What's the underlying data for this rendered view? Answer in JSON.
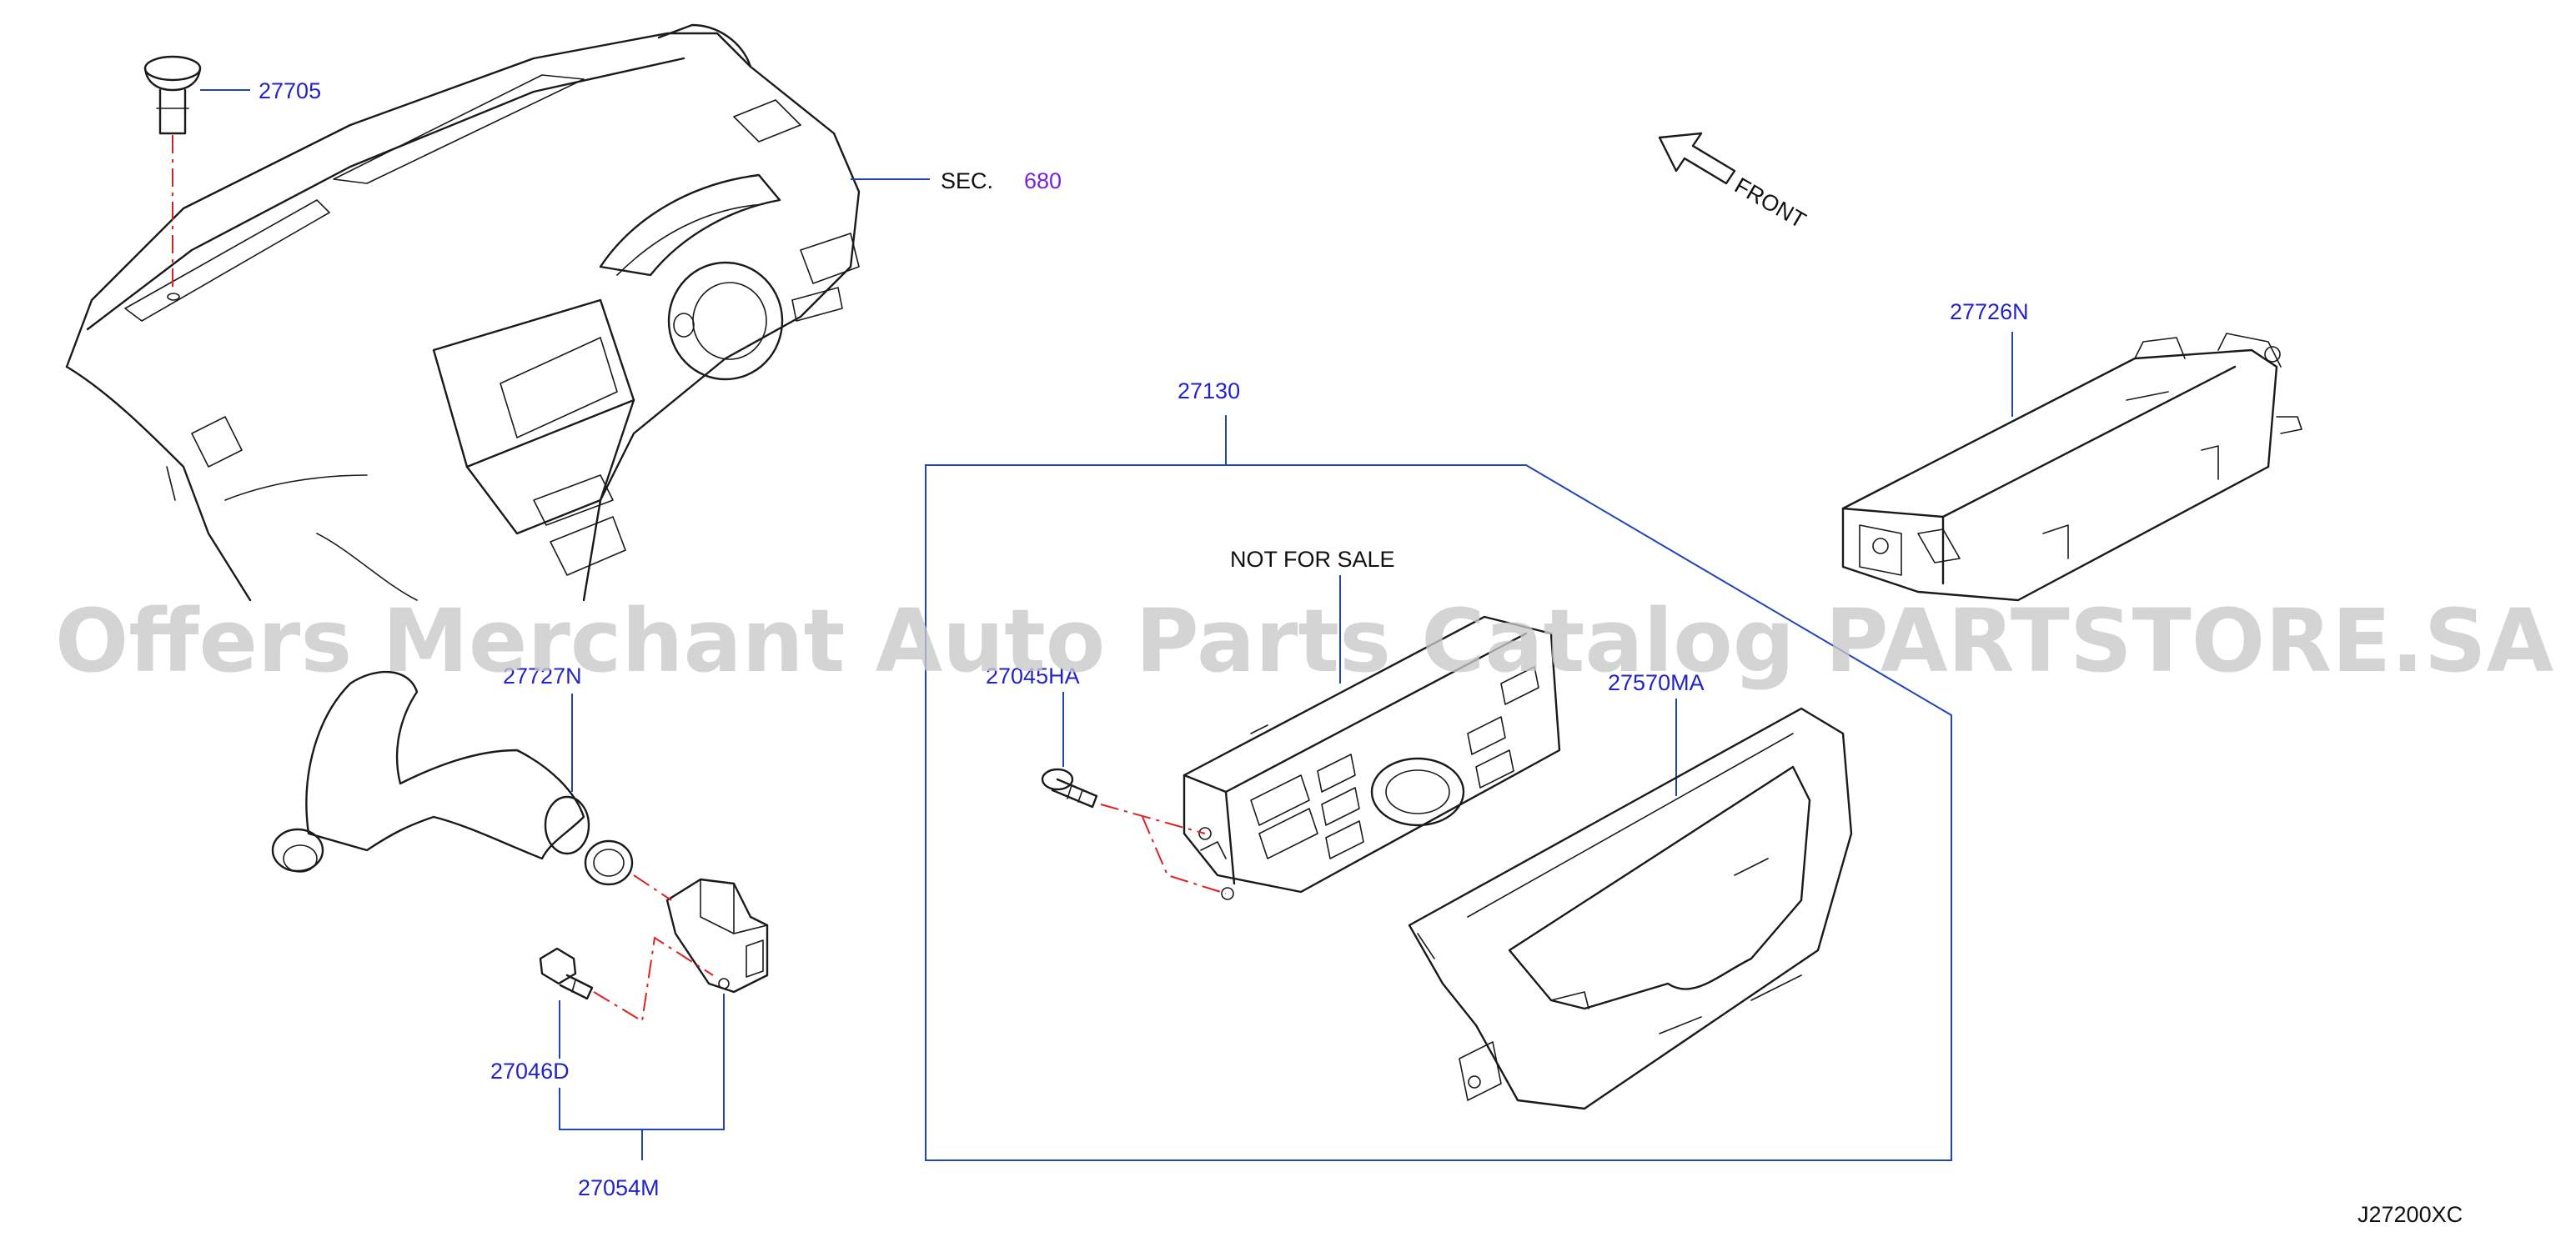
{
  "labels": {
    "p27705": "27705",
    "sec_prefix": "SEC.",
    "sec_number": "680",
    "front": "FRONT",
    "p27130": "27130",
    "p27726N": "27726N",
    "not_for_sale": "NOT   FOR   SALE",
    "p27727N": "27727N",
    "p27045HA": "27045HA",
    "p27570M": "27570MA",
    "p27046D": "27046D",
    "p27054M": "27054M",
    "diagram_code": "J27200XC"
  },
  "watermark": "Offers Merchant Auto Parts Catalog PARTSTORE.SA",
  "colors": {
    "part_number": "#2323c8",
    "leader_line": "#1f46b8",
    "section_ref": "#7a22d8",
    "centerline": "#e02020",
    "line_art": "#1a1a1a",
    "watermark": "#c8c8c8"
  }
}
